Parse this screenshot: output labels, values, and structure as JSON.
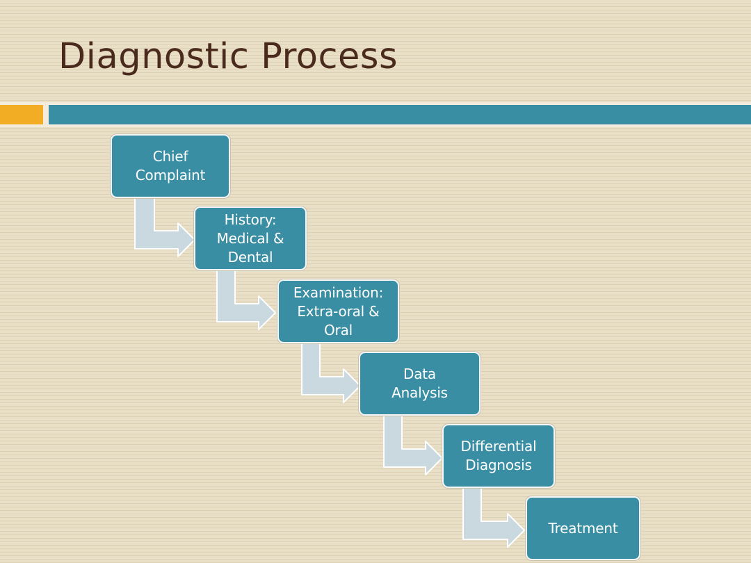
{
  "slide": {
    "title": "Diagnostic Process"
  },
  "colors": {
    "accent_orange": "#f2ad24",
    "accent_teal": "#3a8ea3",
    "box_fill": "#3a8ea3",
    "arrow_fill": "#c9d9df",
    "title_text": "#4a2a1c"
  },
  "diagram": {
    "type": "step-down process",
    "steps": [
      {
        "label": "Chief\nComplaint"
      },
      {
        "label": "History:\nMedical &\nDental"
      },
      {
        "label": "Examination:\nExtra-oral &\nOral"
      },
      {
        "label": "Data\nAnalysis"
      },
      {
        "label": "Differential\nDiagnosis"
      },
      {
        "label": "Treatment"
      }
    ]
  }
}
